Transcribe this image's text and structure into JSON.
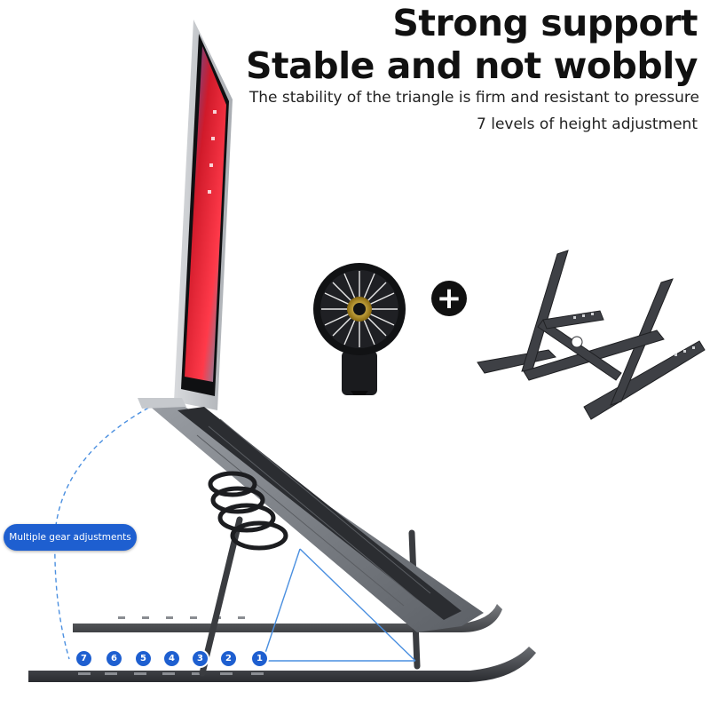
{
  "headline": {
    "line1": "Strong support",
    "line2": "Stable and not wobbly"
  },
  "subtext": {
    "line1": "The stability of the triangle is firm and resistant to pressure",
    "line2": "7 levels of height adjustment"
  },
  "badge": {
    "label": "Multiple gear adjustments"
  },
  "levels": [
    "7",
    "6",
    "5",
    "4",
    "3",
    "2",
    "1"
  ],
  "bundle": {
    "plus": "+",
    "items": [
      "fan-icon",
      "stand-icon"
    ]
  },
  "colors": {
    "accent": "#1e5fd0",
    "dark": "#2a2a2c",
    "text": "#111111"
  }
}
